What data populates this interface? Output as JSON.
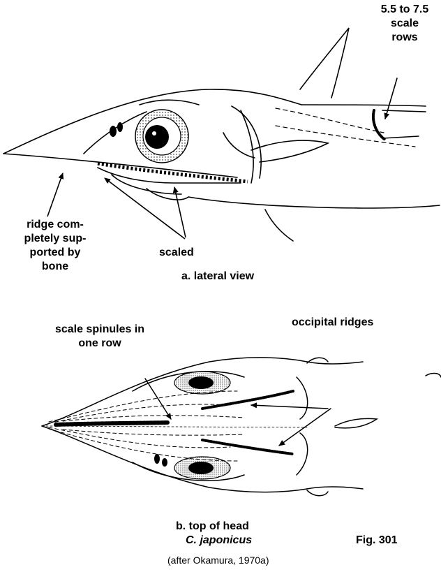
{
  "figure_number": "Fig. 301",
  "species": "C. japonicus",
  "citation": "(after Okamura, 1970a)",
  "panels": {
    "lateral": {
      "caption": "a. lateral view",
      "labels": {
        "scale_rows_line1": "5.5 to 7.5",
        "scale_rows_line2": "scale",
        "scale_rows_line3": "rows",
        "ridge_line1": "ridge com-",
        "ridge_line2": "pletely sup-",
        "ridge_line3": "ported by",
        "ridge_line4": "bone",
        "scaled": "scaled"
      }
    },
    "top": {
      "caption": "b. top of head",
      "labels": {
        "spinules_line1": "scale spinules in",
        "spinules_line2": "one row",
        "occipital": "occipital ridges"
      }
    }
  },
  "colors": {
    "ink": "#000000",
    "paper": "#ffffff"
  }
}
